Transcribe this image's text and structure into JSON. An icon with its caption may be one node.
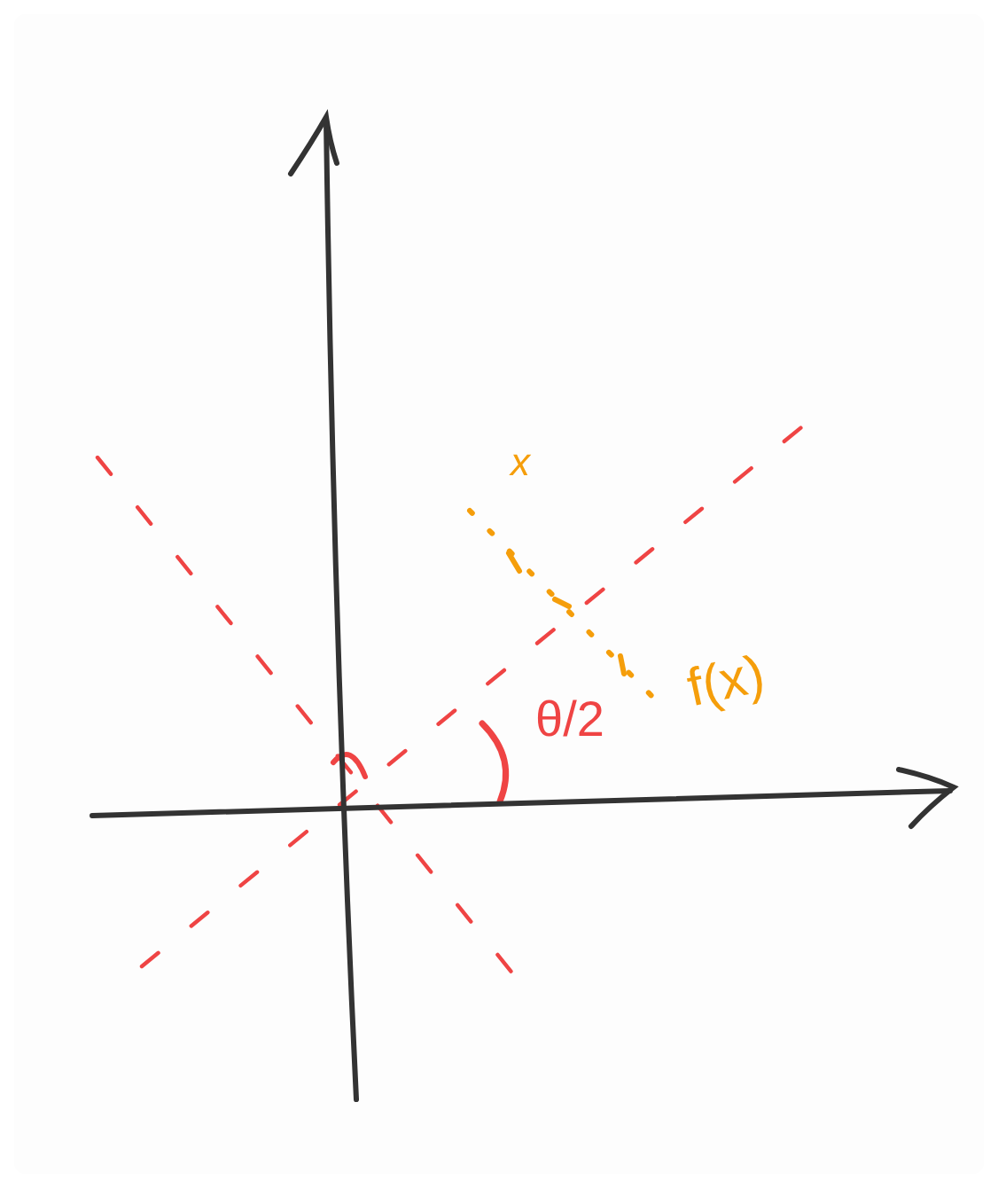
{
  "diagram": {
    "labels": [
      "x",
      "θ/2",
      "f(x)"
    ]
  }
}
